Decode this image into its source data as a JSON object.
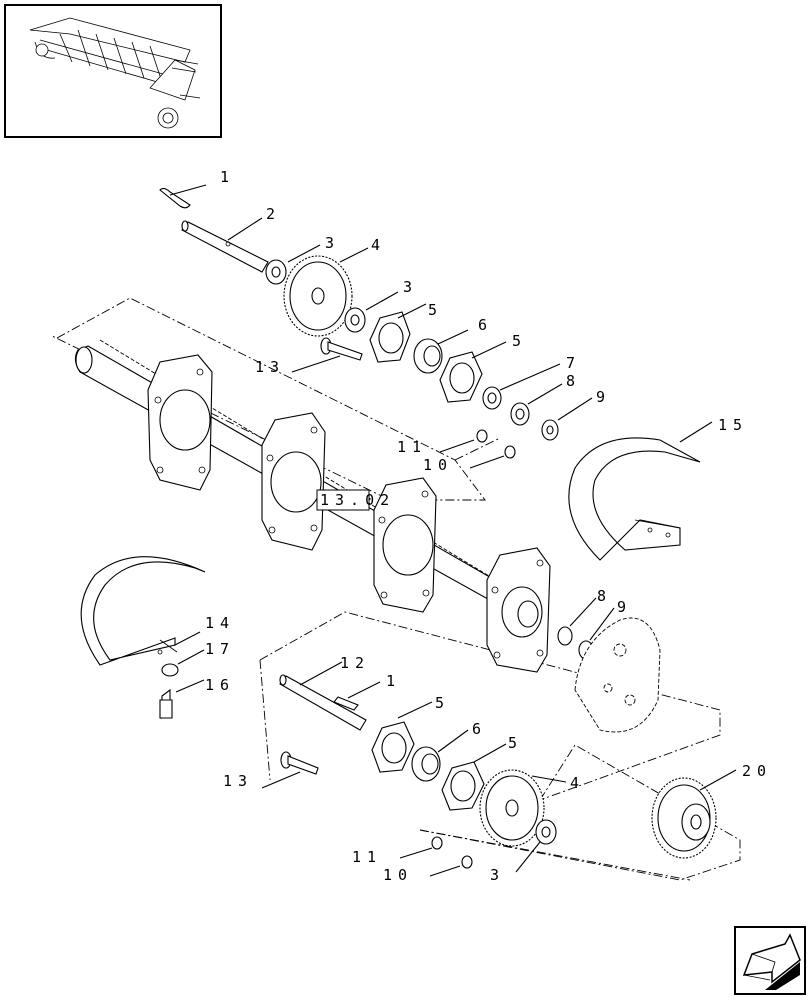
{
  "diagram": {
    "part_labels": {
      "p1_top": "1",
      "p2": "2",
      "p3_a": "3",
      "p4_top": "4",
      "p3_b": "3",
      "p5_a": "5",
      "p6_top": "6",
      "p5_b": "5",
      "p7": "7",
      "p8_top": "8",
      "p9_top": "9",
      "p13_top": "13",
      "p11_top": "11",
      "p10_top": "10",
      "p15": "15",
      "ref_box": "13.02",
      "p14": "14",
      "p17": "17",
      "p16": "16",
      "p8_mid": "8",
      "p9_mid": "9",
      "p12": "12",
      "p1_low": "1",
      "p5_c": "5",
      "p6_low": "6",
      "p5_d": "5",
      "p13_low": "13",
      "p4_low": "4",
      "p20": "20",
      "p11_low": "11",
      "p10_low": "10",
      "p3_low": "3"
    },
    "icons": {
      "thumbnail": "header-overview-icon",
      "nav": "next-page-arrow-icon"
    }
  }
}
